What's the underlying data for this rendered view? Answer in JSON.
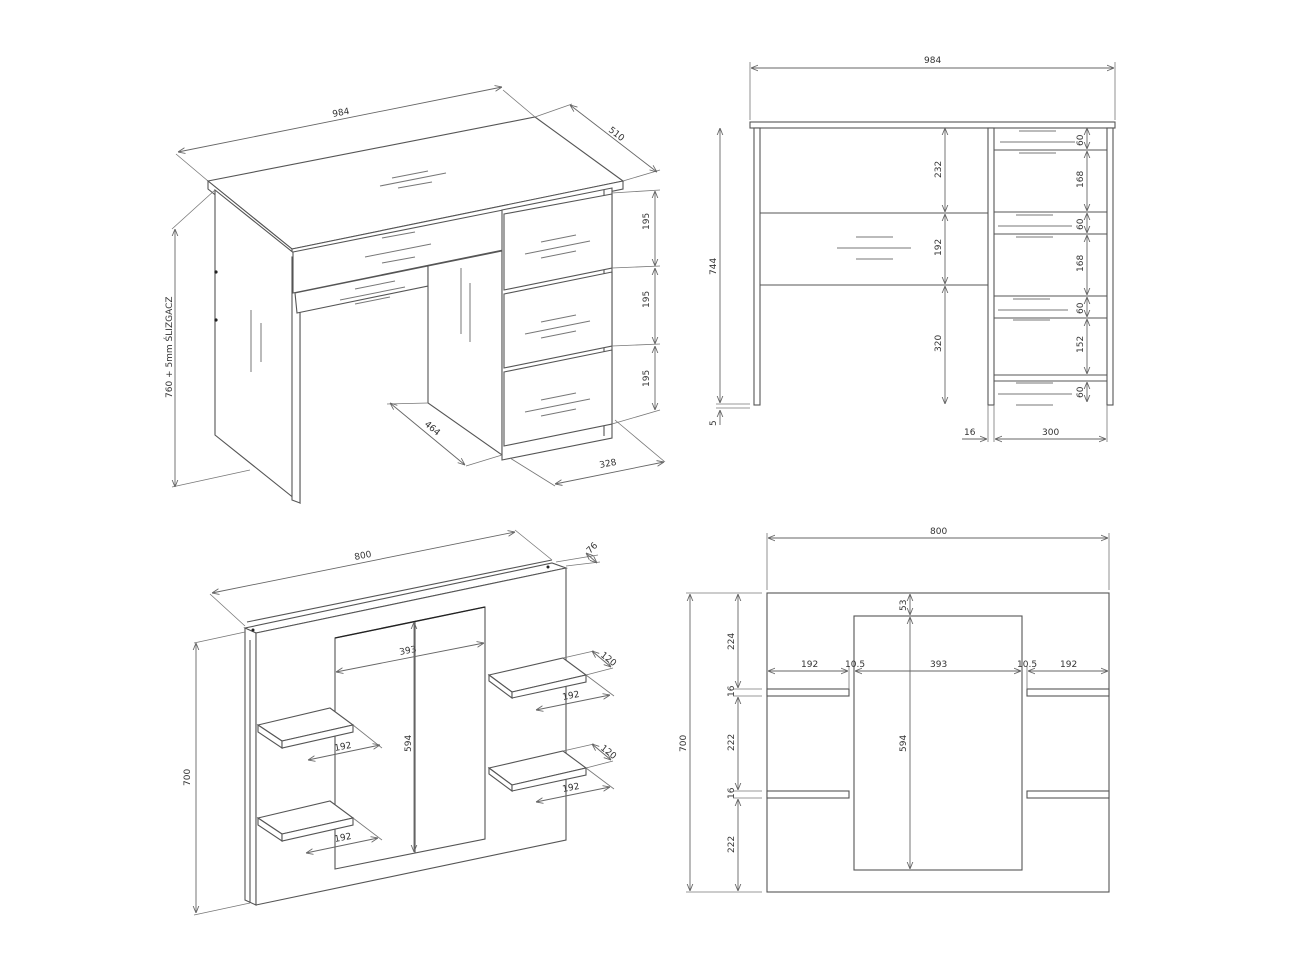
{
  "drawing": {
    "desk_iso": {
      "width": "984",
      "depth": "510",
      "height": "760 + 5mm ŚLIZGACZ",
      "drawer_heights": [
        "195",
        "195",
        "195"
      ],
      "knee_depth": "464",
      "cabinet_width": "328"
    },
    "desk_front": {
      "width": "984",
      "total_height": "744",
      "glide": "5",
      "side_thickness": "16",
      "cabinet_width": "300",
      "center_heights": [
        "232",
        "192",
        "320"
      ],
      "right_heights": [
        "60",
        "168",
        "60",
        "168",
        "60",
        "152",
        "60"
      ]
    },
    "mirror_iso": {
      "width": "800",
      "depth": "76",
      "height": "700",
      "mirror_width": "393",
      "mirror_height": "594",
      "shelf_width": "192",
      "shelf_depth": "120",
      "shelf_labels": [
        "192",
        "192",
        "192",
        "192"
      ],
      "shelf_depth_labels": [
        "120",
        "120"
      ]
    },
    "mirror_front": {
      "width": "800",
      "height": "700",
      "top_gap": "53",
      "shelf_width_left": "192",
      "gap_left": "10.5",
      "mirror_width": "393",
      "gap_right": "10.5",
      "shelf_width_right": "192",
      "mirror_height": "594",
      "vertical": [
        "224",
        "16",
        "222",
        "16",
        "222"
      ]
    }
  }
}
